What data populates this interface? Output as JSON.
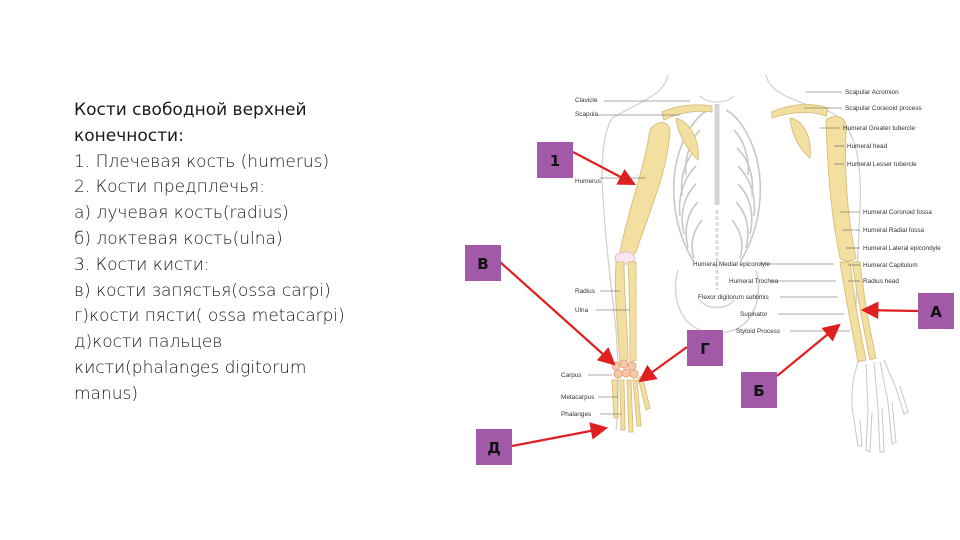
{
  "heading": "Кости свободной верхней конечности:",
  "lines": [
    "1. Плечевая кость (humerus)",
    "2. Кости предплечья:",
    "а) лучевая кость(radius)",
    "б) локтевая кость(ulna)",
    "3. Кости кисти:",
    "в) кости запястья(ossa carpi)",
    "г)кости пясти( ossa metacarpi)",
    "д)кости пальцев",
    "кисти(phalanges digitorum",
    "manus)"
  ],
  "left_labels": [
    "Clavicle",
    "Scapula",
    "Humerus",
    "Radius",
    "Ulna",
    "Carpus",
    "Metacarpus",
    "Phalanges"
  ],
  "right_labels": [
    "Scapular Acromion",
    "Scapular Coracoid process",
    "Humeral Greater tubercle",
    "Humeral head",
    "Humeral Lesser tubercle",
    "Humeral Coronoid fossa",
    "Humeral Radial fossa",
    "Humeral Lateral epicondyle",
    "Humeral Capitulum",
    "Radius head"
  ],
  "center_labels": [
    "Humeral Medial epicondyle",
    "Humeral Trochea",
    "Flexor digitorum sublimis",
    "Supinator",
    "Styloid Process"
  ],
  "markers": {
    "one": "1",
    "v": "В",
    "a": "А",
    "g": "Г",
    "b": "Б",
    "d": "Д"
  },
  "colors": {
    "marker_fill": "#a259a8",
    "arrow": "#e02020",
    "bone": "#f3dfa0",
    "bone_outline": "#d8c282",
    "ribs": "#c8c8c8"
  }
}
